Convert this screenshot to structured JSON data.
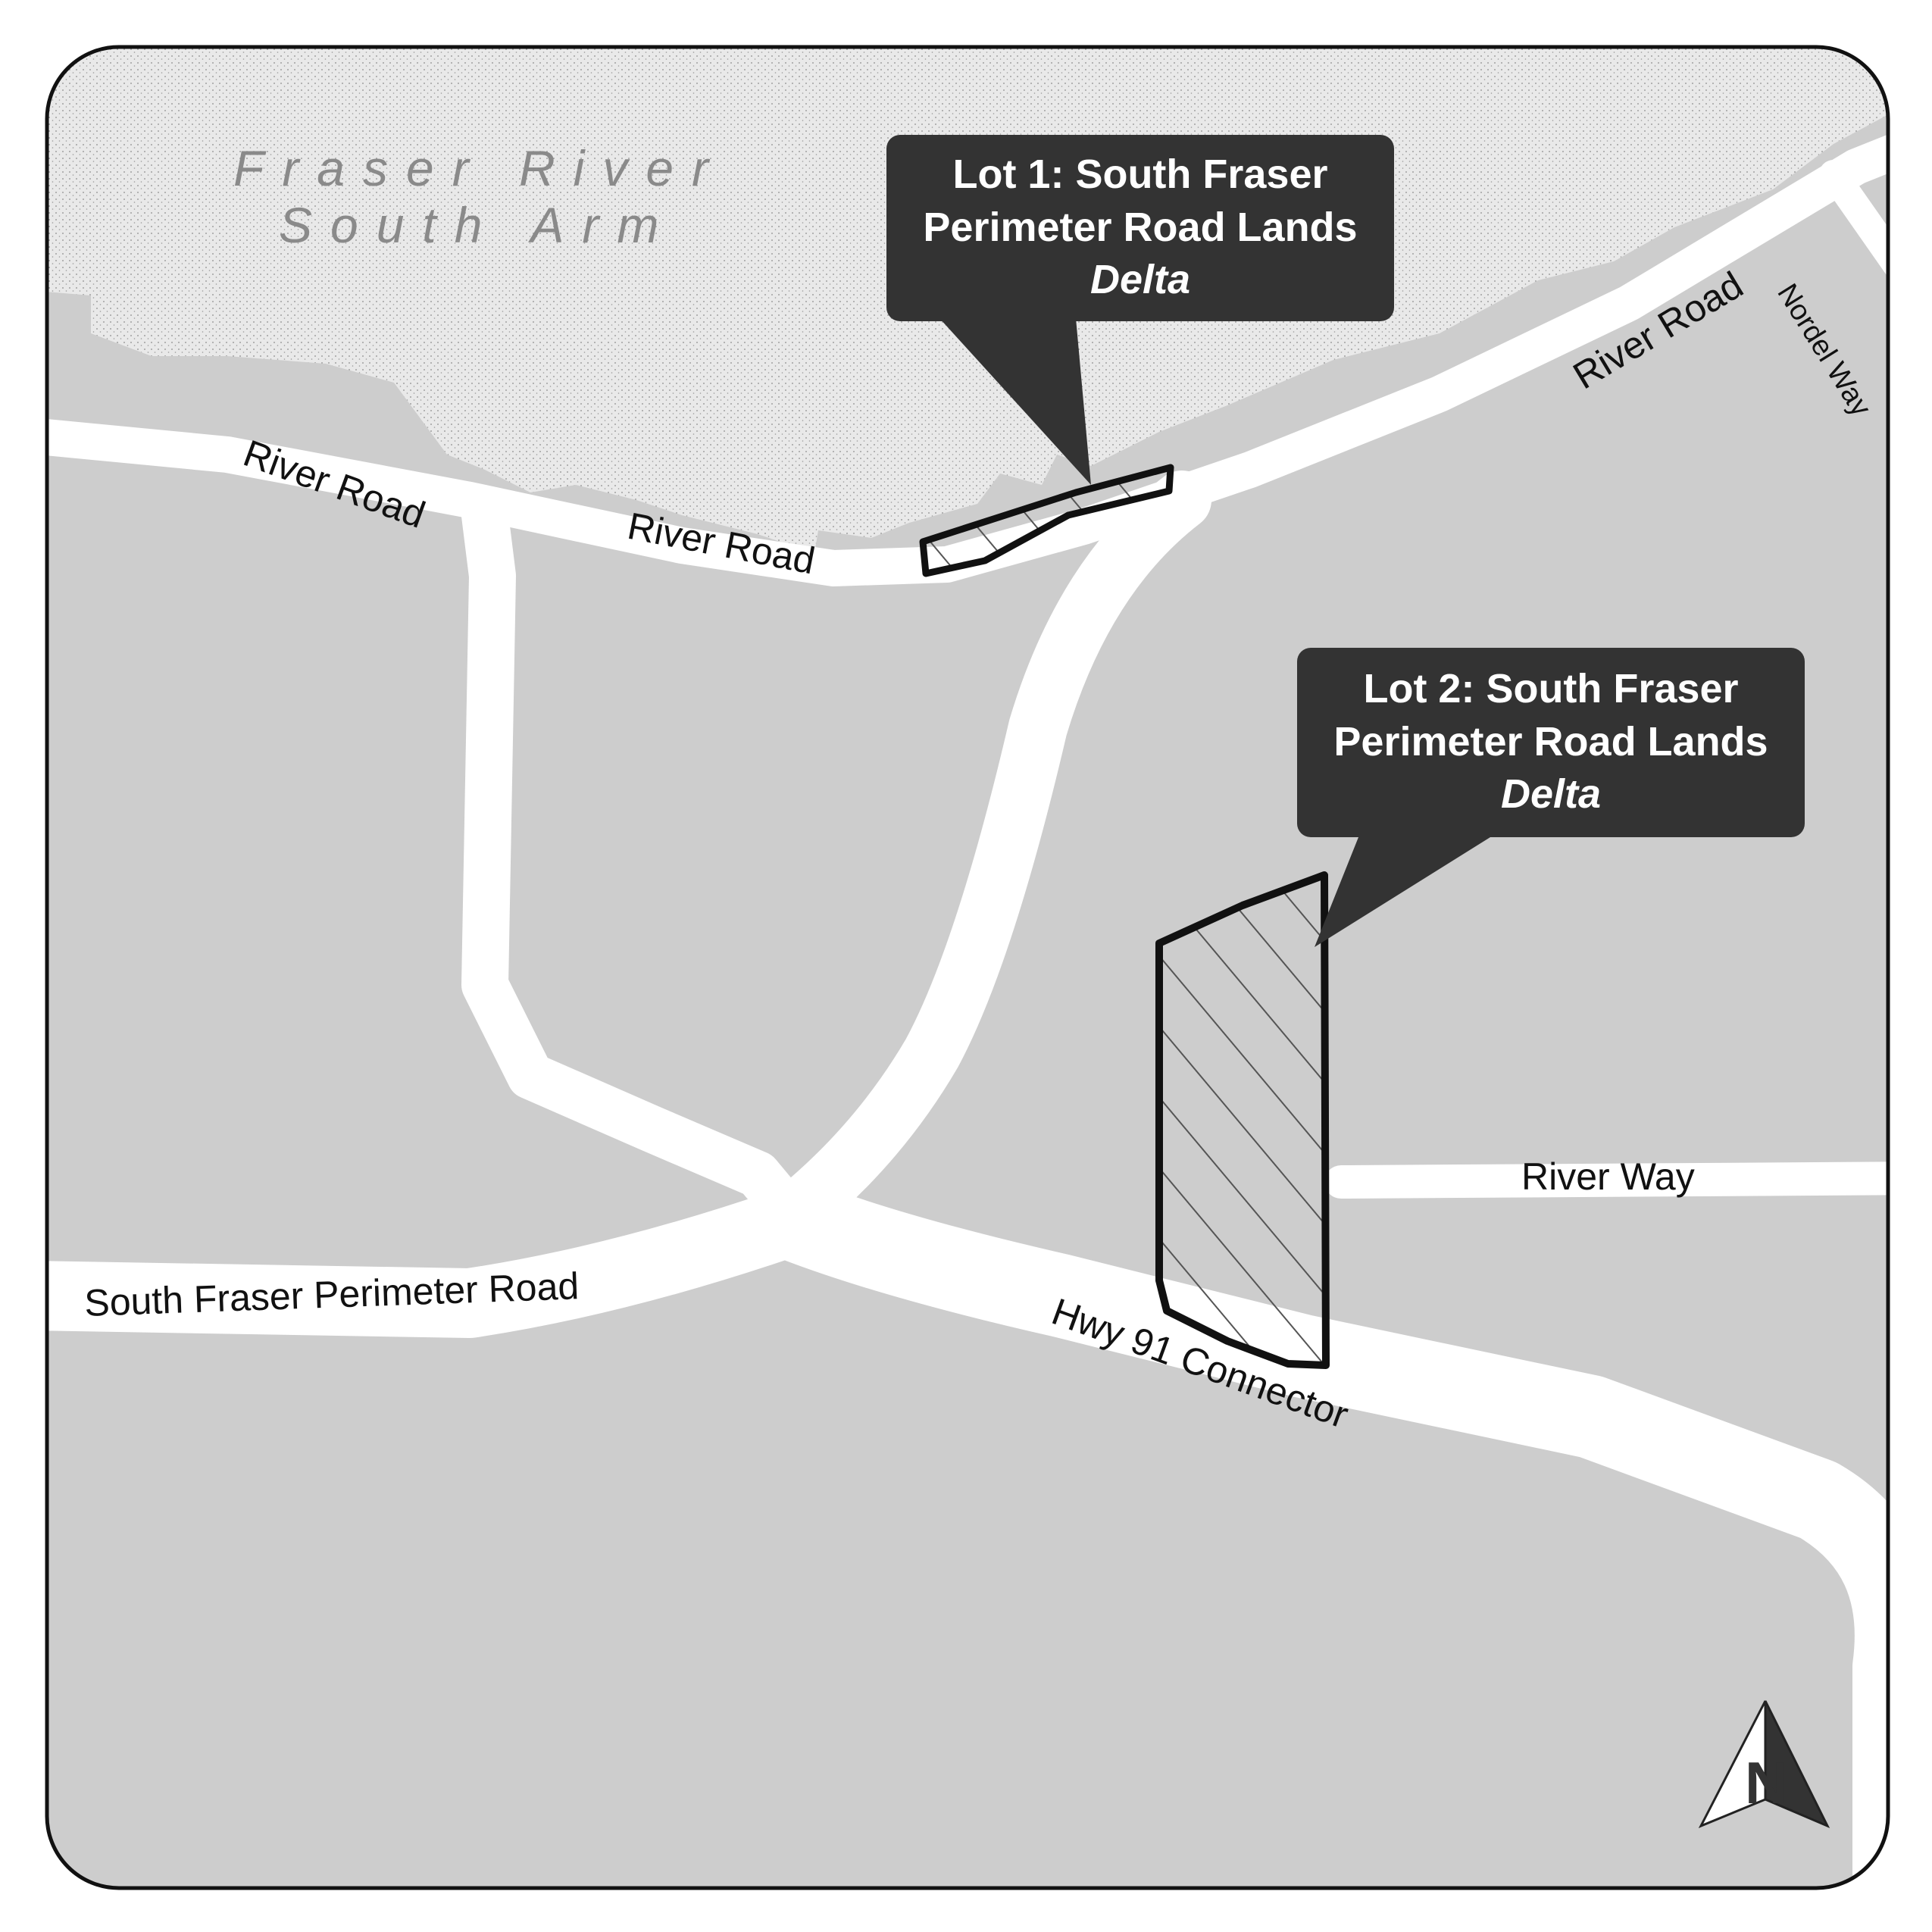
{
  "map": {
    "water": {
      "name_line1": "Fraser River",
      "name_line2": "South Arm"
    },
    "roads": {
      "river_road_west": "River Road",
      "river_road_middle": "River Road",
      "river_road_east": "River Road",
      "nordel_way": "Nordel Way",
      "river_way": "River Way",
      "south_fraser_perimeter_road": "South Fraser Perimeter Road",
      "hwy_91_connector": "Hwy 91 Connector"
    },
    "callouts": [
      {
        "line1": "Lot 1: South Fraser",
        "line2": "Perimeter Road Lands",
        "line3": "Delta"
      },
      {
        "line1": "Lot 2: South Fraser",
        "line2": "Perimeter Road Lands",
        "line3": "Delta"
      }
    ],
    "north_arrow": {
      "letter": "N",
      "icon": "north-arrow-icon"
    },
    "colors": {
      "land": "#cdcdcd",
      "water": "#e6e6e6",
      "road": "#ffffff",
      "callout": "#333333",
      "outline": "#111111"
    }
  }
}
